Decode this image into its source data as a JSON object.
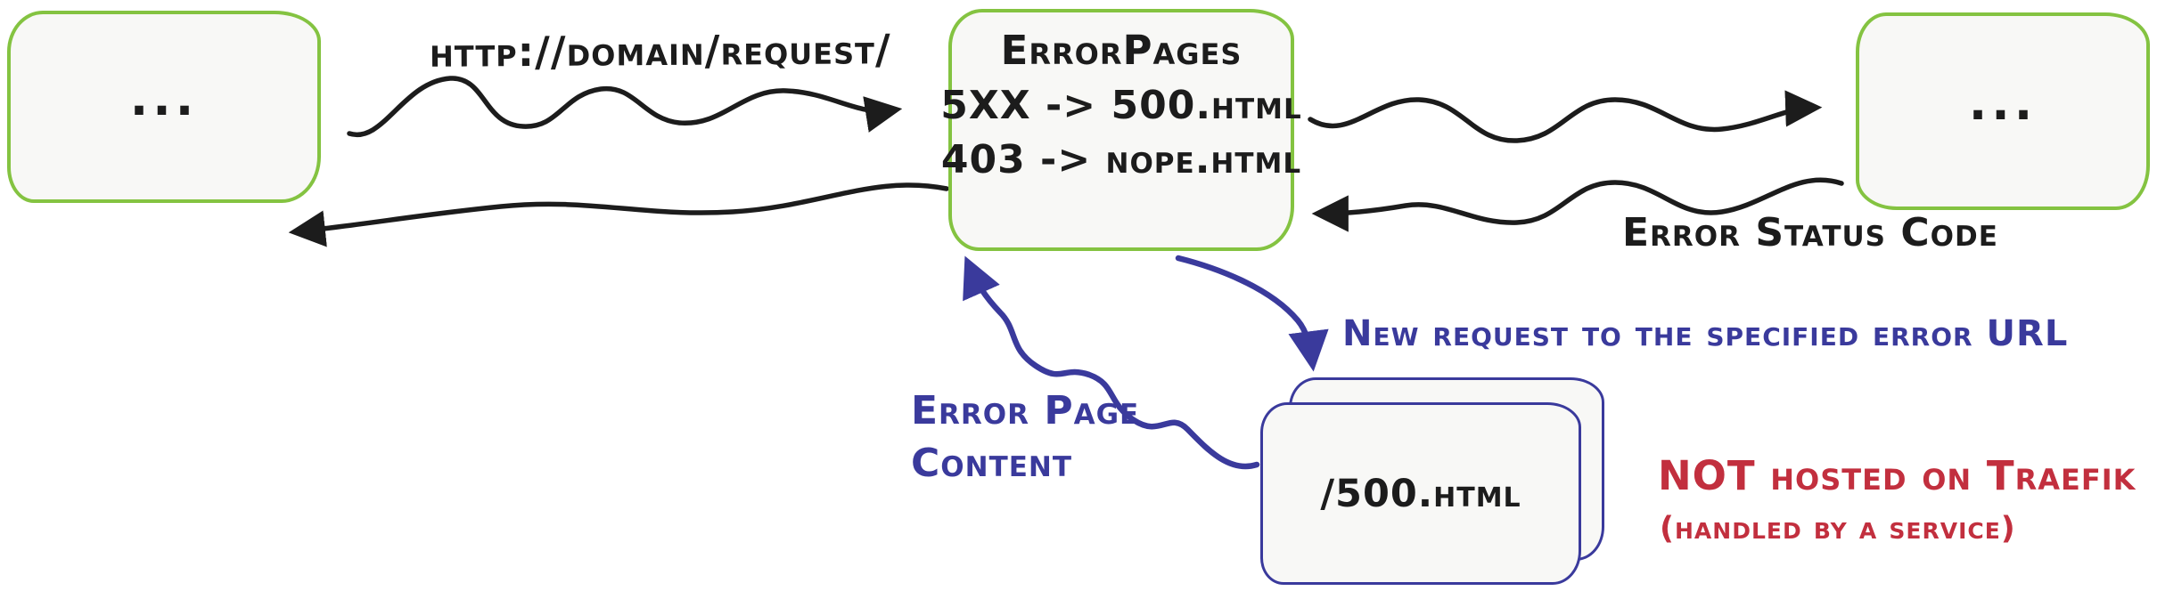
{
  "diagram": {
    "client_box": {
      "label": "..."
    },
    "request_label": "http://domain/request/",
    "middleware_box": {
      "title": "ErrorPages",
      "rule1": "5XX -> 500.html",
      "rule2": "403 -> nope.html"
    },
    "service_box": {
      "label": "..."
    },
    "error_status_label": "Error Status Code",
    "new_request_label": "New request to the specified error URL",
    "error_page_content_label": "Error Page Content",
    "error_page_box": {
      "label": "/500.html"
    },
    "not_hosted_label": "NOT hosted on Traefik",
    "handled_by_label": "(handled by a service)",
    "colors": {
      "box_outline_green": "#84c341",
      "accent_blue": "#3a3a9c",
      "warning_red": "#c22f3e",
      "ink_black": "#1c1c1c"
    }
  }
}
